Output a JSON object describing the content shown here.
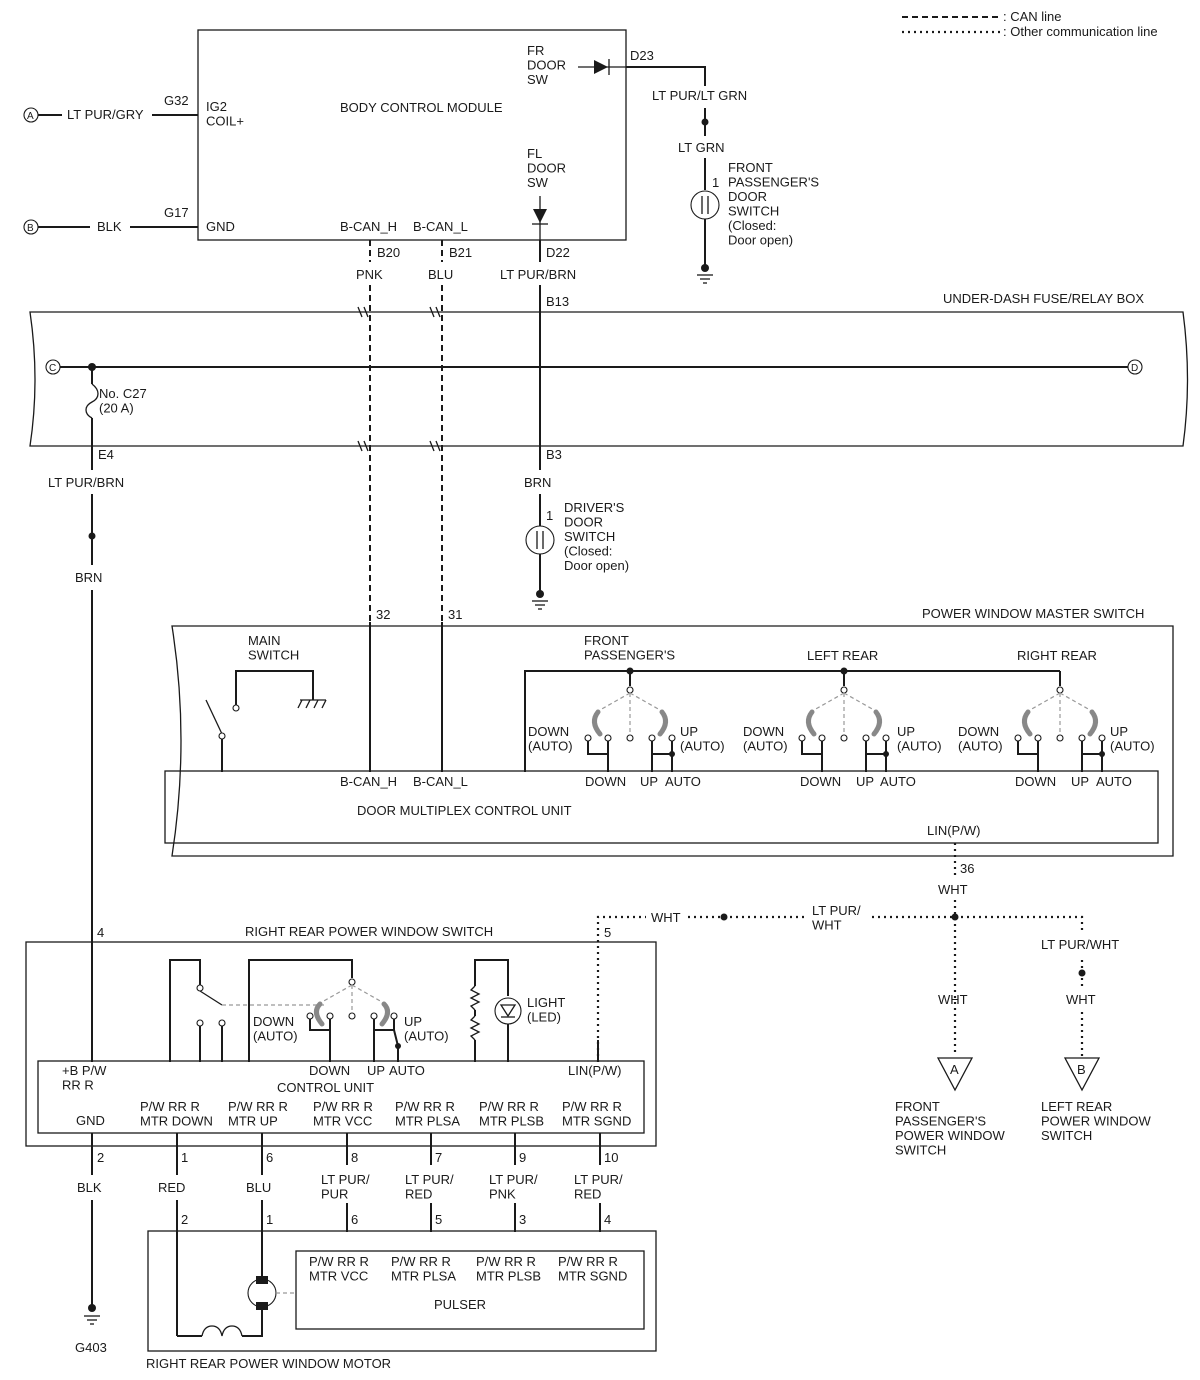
{
  "legend": {
    "can": ": CAN line",
    "other": ": Other communication line"
  },
  "bcm": {
    "title": "BODY CONTROL MODULE",
    "ig2": "IG2\nCOIL+",
    "gnd": "GND",
    "can_h": "B-CAN_H",
    "can_l": "B-CAN_L",
    "fr_door": "FR\nDOOR\nSW",
    "fl_door": "FL\nDOOR\nSW",
    "pins": {
      "g32": "G32",
      "g17": "G17",
      "d23": "D23",
      "d22": "D22",
      "b20": "B20",
      "b21": "B21"
    }
  },
  "connectors": {
    "a": "A",
    "b": "B",
    "c": "C",
    "d": "D"
  },
  "wires": {
    "lt_pur_gry": "LT PUR/GRY",
    "blk_top": "BLK",
    "lt_pur_lt_grn": "LT PUR/LT GRN",
    "lt_grn": "LT GRN",
    "pnk": "PNK",
    "blu_top": "BLU",
    "lt_pur_brn_top": "LT PUR/BRN",
    "lt_pur_brn_fuse": "LT PUR/BRN",
    "brn_driver": "BRN",
    "brn_left": "BRN",
    "wht_36": "WHT",
    "wht_mid": "WHT",
    "lt_pur_wht": "LT PUR/\nWHT",
    "lt_pur_wht_b": "LT PUR/WHT",
    "wht_a": "WHT",
    "wht_b": "WHT",
    "blk_bot": "BLK",
    "red_bot": "RED",
    "blu_bot": "BLU",
    "lt_pur_pur": "LT PUR/\nPUR",
    "lt_pur_red_1": "LT PUR/\nRED",
    "lt_pur_pnk": "LT PUR/\nPNK",
    "lt_pur_red_2": "LT PUR/\nRED"
  },
  "fp_switch": {
    "label": "FRONT\nPASSENGER'S\nDOOR\nSWITCH\n(Closed:\nDoor open)",
    "pin": "1"
  },
  "fuse_box": {
    "title": "UNDER-DASH FUSE/RELAY BOX",
    "fuse": "No. C27\n(20 A)",
    "b13": "B13",
    "e4": "E4",
    "b3": "B3"
  },
  "driver_switch": {
    "label": "DRIVER'S\nDOOR\nSWITCH\n(Closed:\nDoor open)",
    "pin": "1"
  },
  "master": {
    "title": "POWER WINDOW MASTER SWITCH",
    "pin32": "32",
    "pin31": "31",
    "main_switch": "MAIN\nSWITCH",
    "front_pass": "FRONT\nPASSENGER'S",
    "left_rear": "LEFT REAR",
    "right_rear": "RIGHT REAR",
    "down_auto": "DOWN\n(AUTO)",
    "up_auto": "UP\n(AUTO)",
    "down": "DOWN",
    "up": "UP",
    "auto": "AUTO",
    "can_h": "B-CAN_H",
    "can_l": "B-CAN_L",
    "dmcu": "DOOR MULTIPLEX CONTROL UNIT",
    "lin": "LIN(P/W)",
    "pin36": "36"
  },
  "rr_switch": {
    "title": "RIGHT REAR POWER WINDOW SWITCH",
    "pin4": "4",
    "pin5": "5",
    "down_auto": "DOWN\n(AUTO)",
    "up_auto": "UP\n(AUTO)",
    "light": "LIGHT\n(LED)",
    "down": "DOWN",
    "up": "UP",
    "auto": "AUTO",
    "bp": "+B P/W\nRR R",
    "control_unit": "CONTROL UNIT",
    "lin": "LIN(P/W)",
    "gnd": "GND",
    "mtr_down": "P/W RR R\nMTR DOWN",
    "mtr_up": "P/W RR R\nMTR UP",
    "mtr_vcc": "P/W RR R\nMTR VCC",
    "mtr_plsa": "P/W RR R\nMTR PLSA",
    "mtr_plsb": "P/W RR R\nMTR PLSB",
    "mtr_sgnd": "P/W RR R\nMTR SGND",
    "pins_top": [
      "2",
      "1",
      "6",
      "8",
      "7",
      "9",
      "10"
    ]
  },
  "motor": {
    "title": "RIGHT REAR POWER WINDOW MOTOR",
    "pins": [
      "2",
      "1",
      "6",
      "5",
      "3",
      "4"
    ],
    "vcc": "P/W RR R\nMTR VCC",
    "plsa": "P/W RR R\nMTR PLSA",
    "plsb": "P/W RR R\nMTR PLSB",
    "sgnd": "P/W RR R\nMTR SGND",
    "pulser": "PULSER"
  },
  "ground": {
    "g403": "G403"
  },
  "off_page": {
    "a_label": "FRONT\nPASSENGER'S\nPOWER WINDOW\nSWITCH",
    "b_label": "LEFT REAR\nPOWER WINDOW\nSWITCH"
  }
}
